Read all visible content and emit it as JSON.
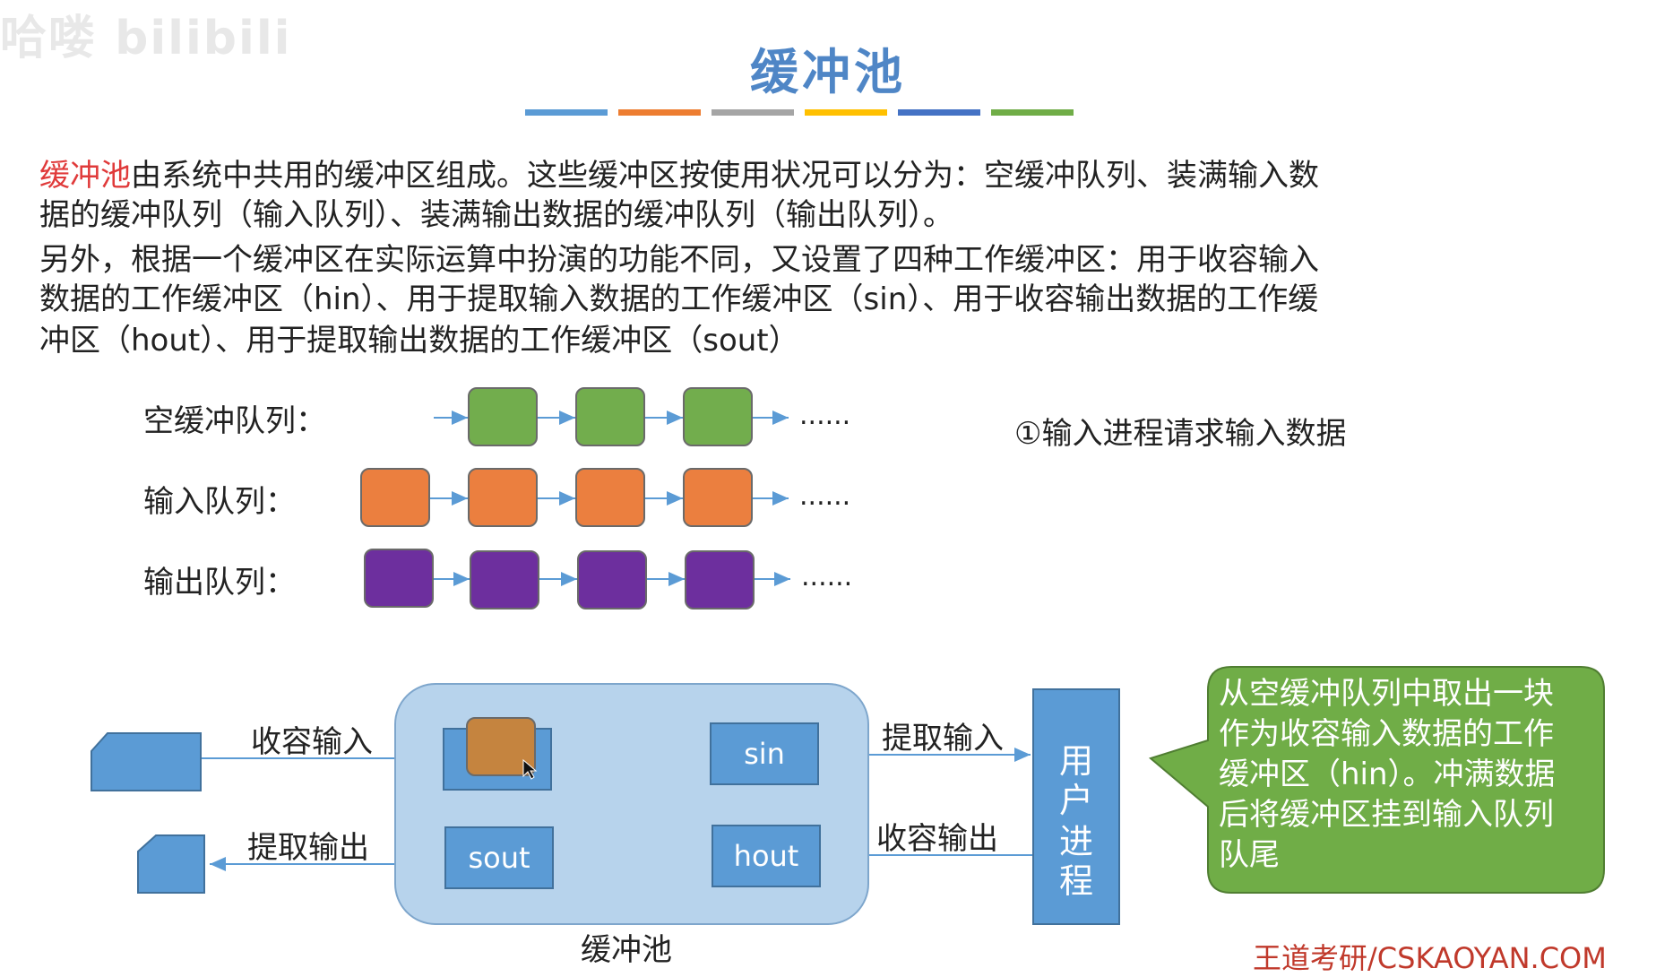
{
  "watermark": "哈喽 bilibili",
  "title": "缓冲池",
  "title_bar_colors": [
    "#5b9bd5",
    "#ed7d31",
    "#a5a5a5",
    "#ffc000",
    "#4472c4",
    "#70ad47"
  ],
  "intro": {
    "highlight": "缓冲池",
    "line1_rest": "由系统中共用的缓冲区组成。这些缓冲区按使用状况可以分为：空缓冲队列、装满输入数",
    "line2": "据的缓冲队列（输入队列）、装满输出数据的缓冲队列（输出队列）。",
    "line3": "另外，根据一个缓冲区在实际运算中扮演的功能不同，又设置了四种工作缓冲区：用于收容输入",
    "line4": "数据的工作缓冲区（hin）、用于提取输入数据的工作缓冲区（sin）、用于收容输出数据的工作缓",
    "line5": "冲区（hout）、用于提取输出数据的工作缓冲区（sout）"
  },
  "queues": {
    "empty_label": "空缓冲队列：",
    "input_label": "输入队列：",
    "output_label": "输出队列：",
    "ellipsis": "......"
  },
  "step_note": "①输入进程请求输入数据",
  "diagram": {
    "collect_input": "收容输入",
    "extract_output": "提取输出",
    "extract_input": "提取输入",
    "collect_output": "收容输出",
    "sin": "sin",
    "sout": "sout",
    "hout": "hout",
    "user_process": [
      "用",
      "户",
      "进",
      "程"
    ],
    "pool_caption": "缓冲池"
  },
  "callout": "从空缓冲队列中取出一块作为收容输入数据的工作缓冲区（hin）。冲满数据后将缓冲区挂到输入队列队尾",
  "footer": "王道考研/CSKAOYAN.COM",
  "colors": {
    "title": "#4f86c6",
    "highlight": "#e03a3a",
    "empty_block": "#72ad4d",
    "input_block": "#eb7f3f",
    "output_block": "#6d2f9e",
    "hin_block": "#c5843f",
    "buffer_box": "#5b9bd5",
    "pool": "#b7d3ec",
    "callout": "#70ad47"
  }
}
